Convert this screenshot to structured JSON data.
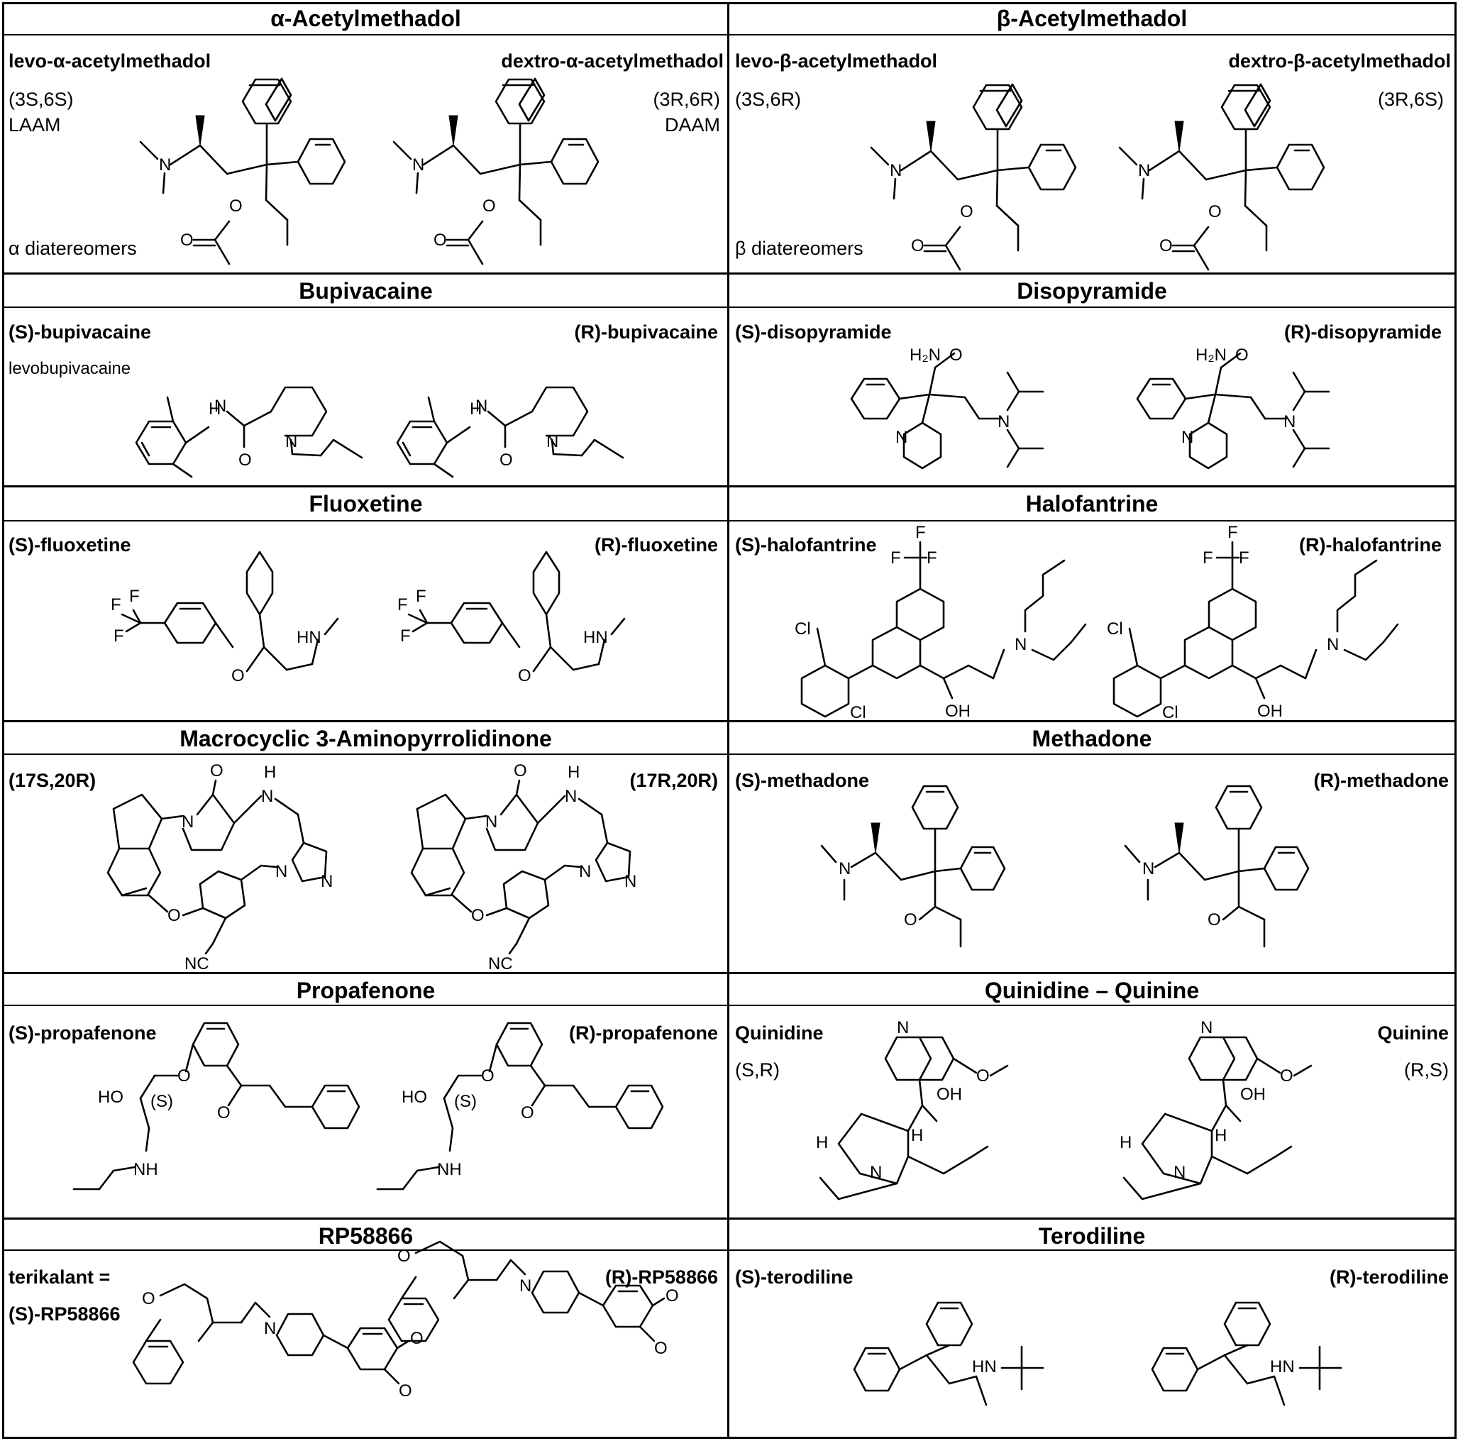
{
  "cells": [
    {
      "id": "acetylmethadol-alpha",
      "title": "α-Acetylmethadol",
      "left": {
        "name": "levo-α-acetylmethadol",
        "lines": [
          "(3S,6S)",
          "LAAM"
        ]
      },
      "right": {
        "name": "dextro-α-acetylmethadol",
        "lines": [
          "(3R,6R)",
          "DAAM"
        ]
      },
      "note": "α diatereomers"
    },
    {
      "id": "acetylmethadol-beta",
      "title": "β-Acetylmethadol",
      "left": {
        "name": "levo-β-acetylmethadol",
        "lines": [
          "(3S,6R)"
        ]
      },
      "right": {
        "name": "dextro-β-acetylmethadol",
        "lines": [
          "(3R,6S)"
        ]
      },
      "note": "β diatereomers"
    },
    {
      "id": "bupivacaine",
      "title": "Bupivacaine",
      "left": {
        "name": "(S)-bupivacaine",
        "lines": [
          "levobupivacaine"
        ]
      },
      "right": {
        "name": "(R)-bupivacaine",
        "lines": []
      }
    },
    {
      "id": "disopyramide",
      "title": "Disopyramide",
      "left": {
        "name": "(S)-disopyramide",
        "lines": []
      },
      "right": {
        "name": "(R)-disopyramide",
        "lines": []
      }
    },
    {
      "id": "fluoxetine",
      "title": "Fluoxetine",
      "left": {
        "name": "(S)-fluoxetine",
        "lines": []
      },
      "right": {
        "name": "(R)-fluoxetine",
        "lines": []
      }
    },
    {
      "id": "halofantrine",
      "title": "Halofantrine",
      "left": {
        "name": "(S)-halofantrine",
        "lines": []
      },
      "right": {
        "name": "(R)-halofantrine",
        "lines": []
      }
    },
    {
      "id": "aminopyrrolidinone",
      "title": "Macrocyclic 3-Aminopyrrolidinone",
      "left": {
        "name": "(17S,20R)",
        "lines": []
      },
      "right": {
        "name": "(17R,20R)",
        "lines": []
      }
    },
    {
      "id": "methadone",
      "title": "Methadone",
      "left": {
        "name": "(S)-methadone",
        "lines": []
      },
      "right": {
        "name": "(R)-methadone",
        "lines": []
      }
    },
    {
      "id": "propafenone",
      "title": "Propafenone",
      "left": {
        "name": "(S)-propafenone",
        "lines": []
      },
      "right": {
        "name": "(R)-propafenone",
        "lines": []
      }
    },
    {
      "id": "quinidine-quinine",
      "title": "Quinidine – Quinine",
      "left": {
        "name": "Quinidine",
        "lines": [
          "(S,R)"
        ]
      },
      "right": {
        "name": "Quinine",
        "lines": [
          "(R,S)"
        ]
      }
    },
    {
      "id": "rp58866",
      "title": "RP58866",
      "left": {
        "name": "terikalant =",
        "name2": "(S)-RP58866",
        "lines": []
      },
      "right": {
        "name": "(R)-RP58866",
        "lines": []
      }
    },
    {
      "id": "terodiline",
      "title": "Terodiline",
      "left": {
        "name": "(S)-terodiline",
        "lines": []
      },
      "right": {
        "name": "(R)-terodiline",
        "lines": []
      }
    }
  ],
  "atoms": {
    "acetylmethadol": [
      "N",
      "O",
      "O"
    ],
    "bupivacaine": [
      "H",
      "N",
      "O",
      "N"
    ],
    "disopyramide": [
      "H₂N",
      "O",
      "N",
      "N"
    ],
    "fluoxetine": [
      "F",
      "F",
      "F",
      "O",
      "HN"
    ],
    "halofantrine": [
      "F",
      "F",
      "F",
      "Cl",
      "Cl",
      "N",
      "OH"
    ],
    "aminopyrrolidinone": [
      "O",
      "H",
      "N",
      "N",
      "N",
      "N",
      "O",
      "NC"
    ],
    "methadone": [
      "N",
      "O"
    ],
    "propafenone": [
      "O",
      "O",
      "HO",
      "NH"
    ],
    "propafenone_s_label": "(S)",
    "quinine": [
      "N",
      "O",
      "OH",
      "H",
      "H",
      "N"
    ],
    "rp58866": [
      "O",
      "N",
      "O",
      "O"
    ],
    "terodiline": [
      "HN"
    ]
  }
}
